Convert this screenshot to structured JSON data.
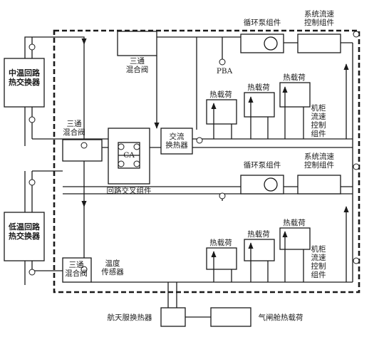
{
  "labels": {
    "mid_hx": "中温回路\n热交换器",
    "low_hx": "低温回路\n热交换器",
    "mix_top": "三通\n混合阀",
    "mix_mid": "三通\n混合阀",
    "mix_low": "三通\n混合阀",
    "pump_top": "循环泵组件",
    "pump_bot": "循环泵组件",
    "flow_top": "系统流速\n控制组件",
    "flow_bot": "系统流速\n控制组件",
    "cab_top": "机柜\n流速\n控制\n组件",
    "cab_bot": "机柜\n流速\n控制\n组件",
    "pba": "PBA",
    "ac_hx": "交流\n换热器",
    "loop_cross": "回路交叉组件",
    "ca": "CA",
    "temp_sensor": "温度\n传感器",
    "suit_hx": "航天服换热器",
    "airlock": "气闸舱热载荷",
    "heat_load": "热载荷"
  }
}
